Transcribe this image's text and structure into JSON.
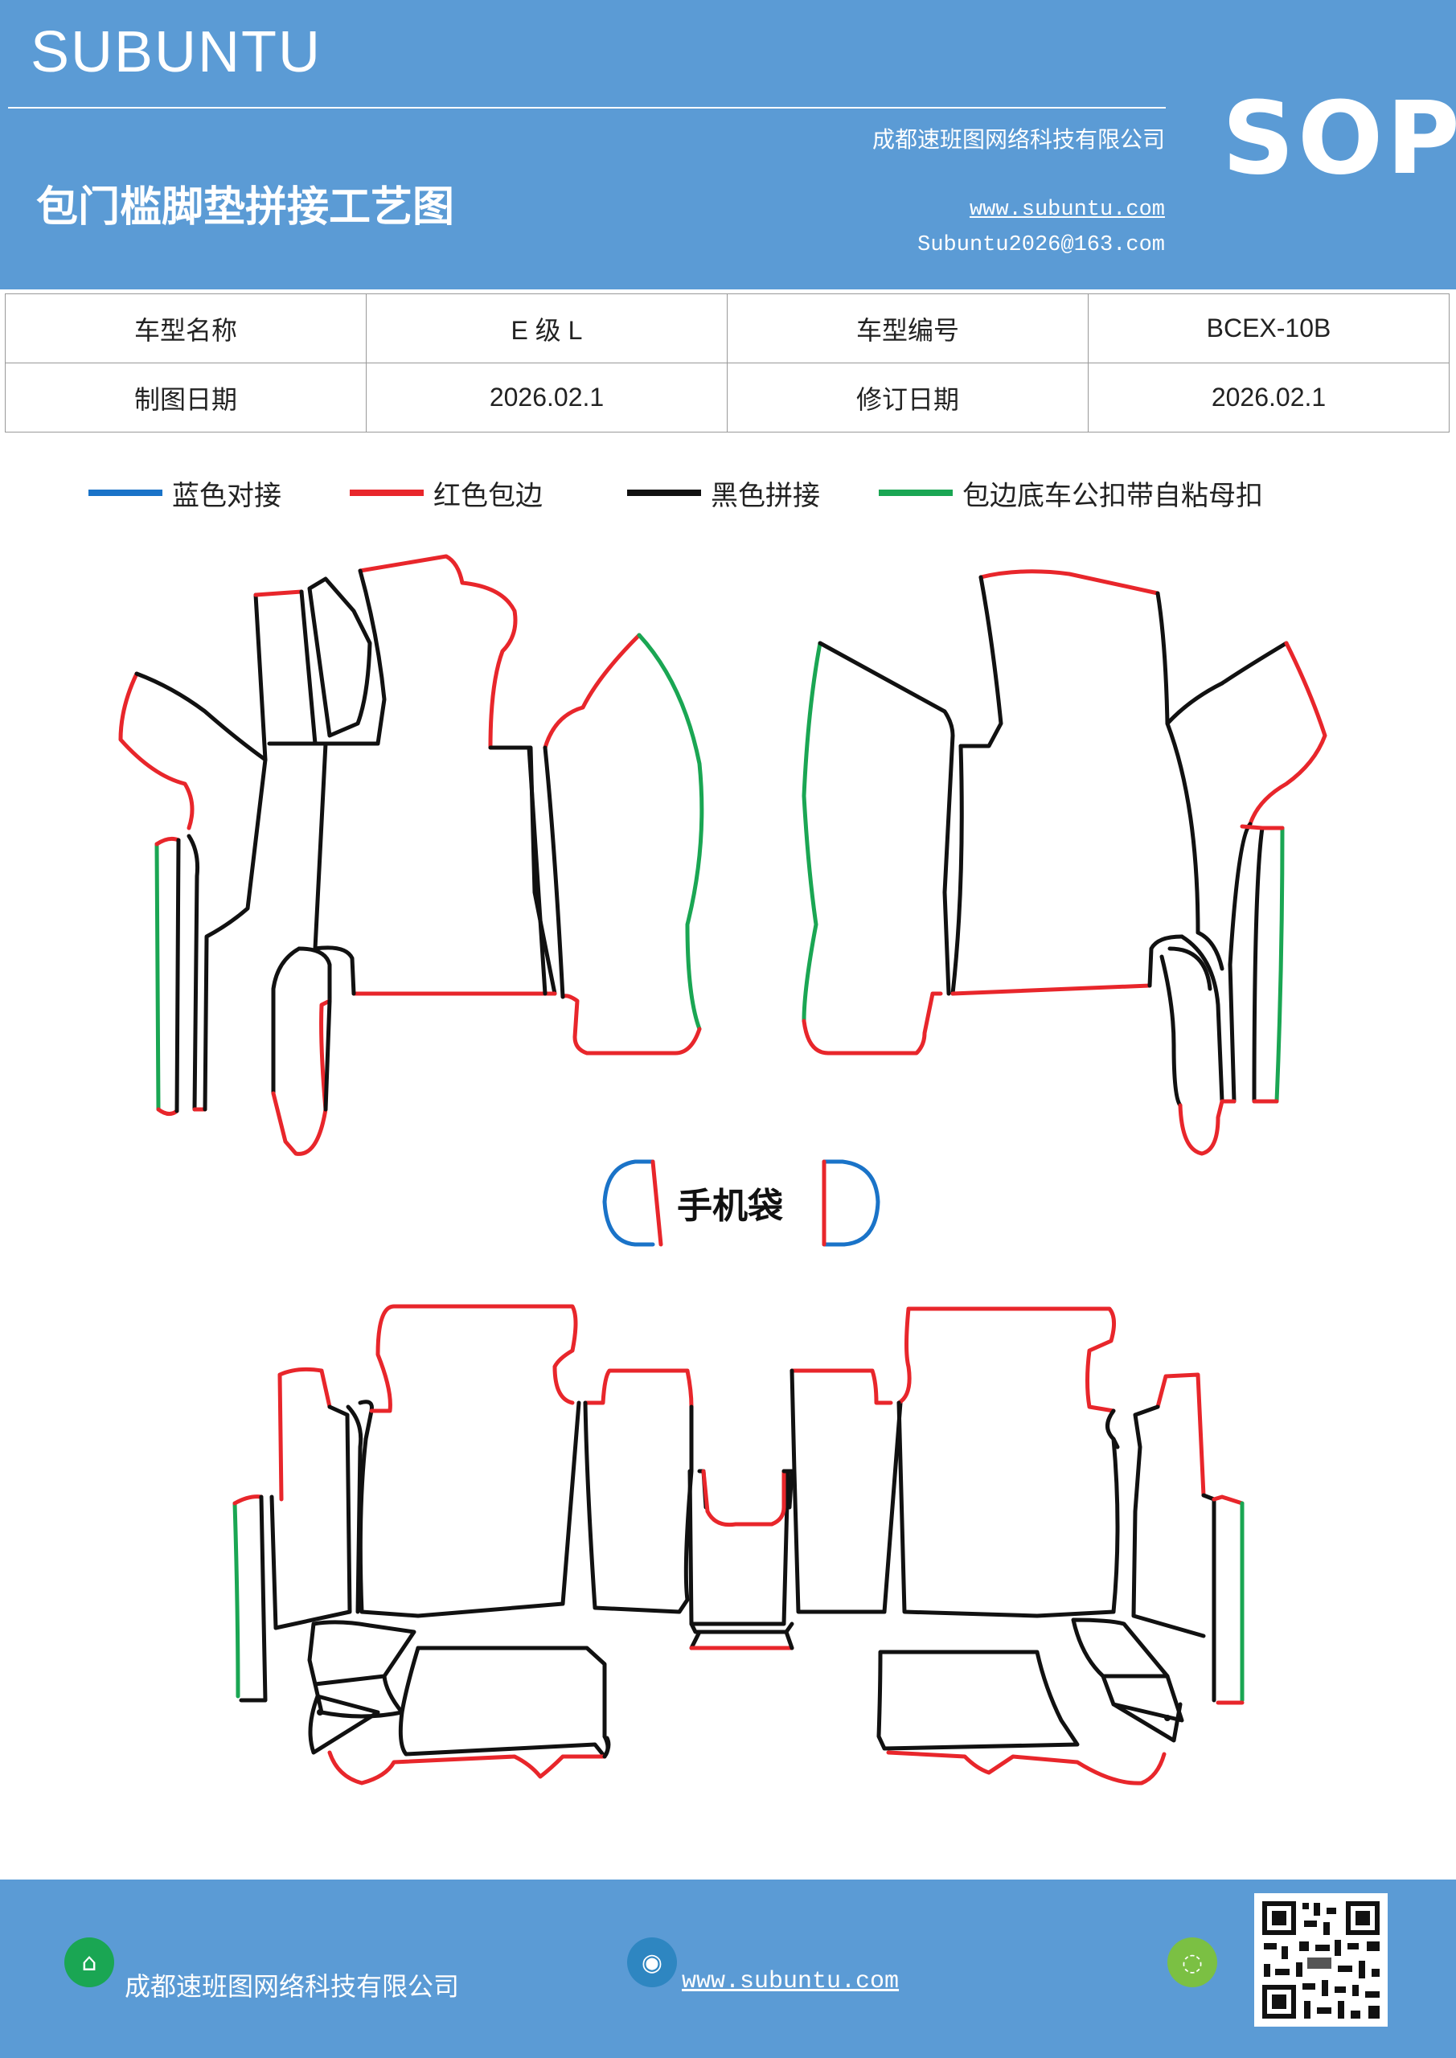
{
  "header": {
    "brand": "SUBUNTU",
    "title": "包门槛脚垫拼接工艺图",
    "company": "成都速班图网络科技有限公司",
    "website": "www.subuntu.com",
    "email": "Subuntu2026@163.com",
    "badge": "SOP"
  },
  "info_table": {
    "rows": [
      {
        "label1": "车型名称",
        "value1": "E 级 L",
        "label2": "车型编号",
        "value2": "BCEX-10B"
      },
      {
        "label1": "制图日期",
        "value1": "2026.02.1",
        "label2": "修订日期",
        "value2": "2026.02.1"
      }
    ]
  },
  "legend": [
    {
      "label": "蓝色对接",
      "color": "#1a73c8"
    },
    {
      "label": "红色包边",
      "color": "#e8262b"
    },
    {
      "label": "黑色拼接",
      "color": "#111111"
    },
    {
      "label": "包边底车公扣带自粘母扣",
      "color": "#1aa653"
    }
  ],
  "diagram": {
    "center_label": "手机袋"
  },
  "footer": {
    "company": "成都速班图网络科技有限公司",
    "website": "www.subuntu.com",
    "icon_company": "building-icon",
    "icon_web": "globe-icon",
    "icon_wechat": "wechat-icon"
  }
}
